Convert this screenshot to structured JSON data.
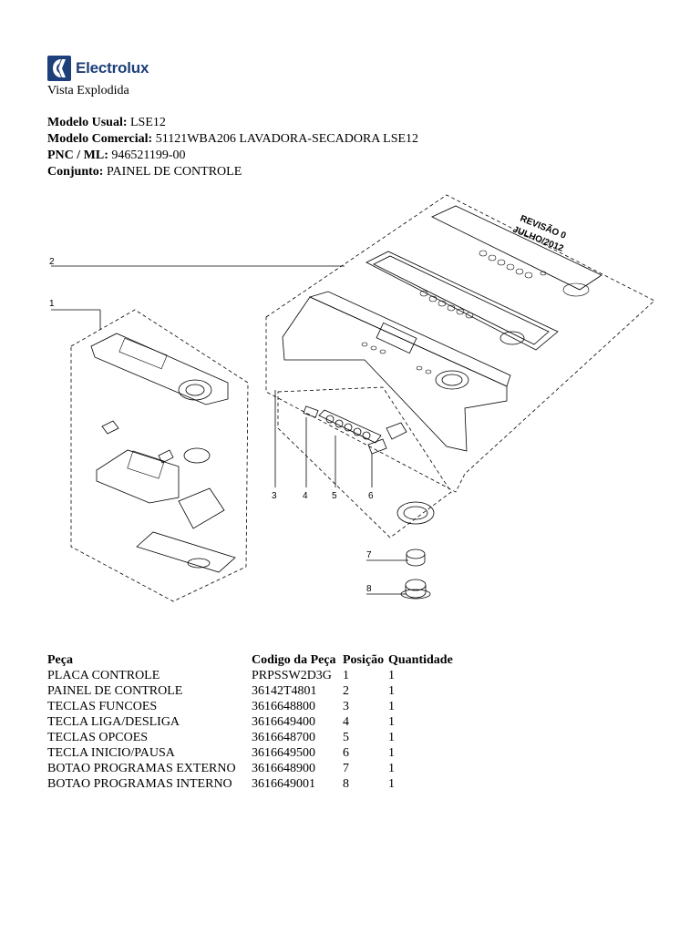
{
  "brand": "Electrolux",
  "subtitle": "Vista Explodida",
  "info": {
    "modelo_usual_label": "Modelo Usual:",
    "modelo_usual": "LSE12",
    "modelo_comercial_label": "Modelo Comercial:",
    "modelo_comercial": "51121WBA206 LAVADORA-SECADORA LSE12",
    "pnc_label": "PNC / ML:",
    "pnc": "946521199-00",
    "conjunto_label": "Conjunto:",
    "conjunto": "PAINEL DE CONTROLE"
  },
  "diagram": {
    "stamp_line1": "REVISÃO 0",
    "stamp_line2": "JULHO/2012",
    "callouts": [
      "1",
      "2",
      "3",
      "4",
      "5",
      "6",
      "7",
      "8"
    ]
  },
  "table": {
    "headers": [
      "Peça",
      "Codigo da Peça",
      "Posição",
      "Quantidade"
    ],
    "rows": [
      [
        "PLACA CONTROLE",
        "PRPSSW2D3G",
        "1",
        "1"
      ],
      [
        "PAINEL DE CONTROLE",
        "36142T4801",
        "2",
        "1"
      ],
      [
        "TECLAS FUNCOES",
        "3616648800",
        "3",
        "1"
      ],
      [
        "TECLA LIGA/DESLIGA",
        "3616649400",
        "4",
        "1"
      ],
      [
        "TECLAS OPCOES",
        "3616648700",
        "5",
        "1"
      ],
      [
        "TECLA INICIO/PAUSA",
        "3616649500",
        "6",
        "1"
      ],
      [
        "BOTAO PROGRAMAS EXTERNO",
        "3616648900",
        "7",
        "1"
      ],
      [
        "BOTAO PROGRAMAS INTERNO",
        "3616649001",
        "8",
        "1"
      ]
    ]
  },
  "colors": {
    "brand_blue": "#1d3f7a"
  }
}
